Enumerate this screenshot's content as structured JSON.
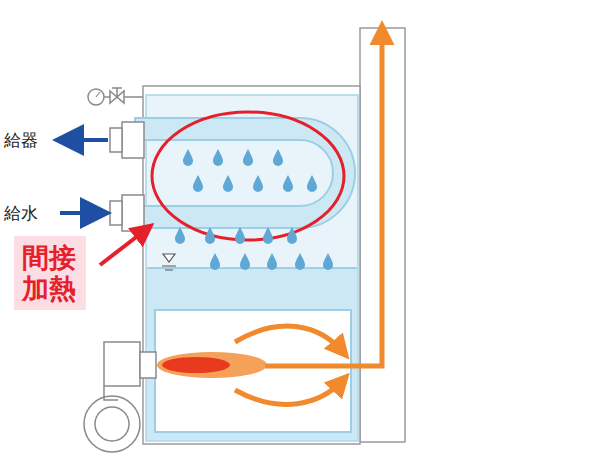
{
  "diagram": {
    "nodes": [
      {
        "text": [
          "間接加熱"
        ]
      }
    ],
    "labels": [
      "給器",
      "給水"
    ]
  }
}
